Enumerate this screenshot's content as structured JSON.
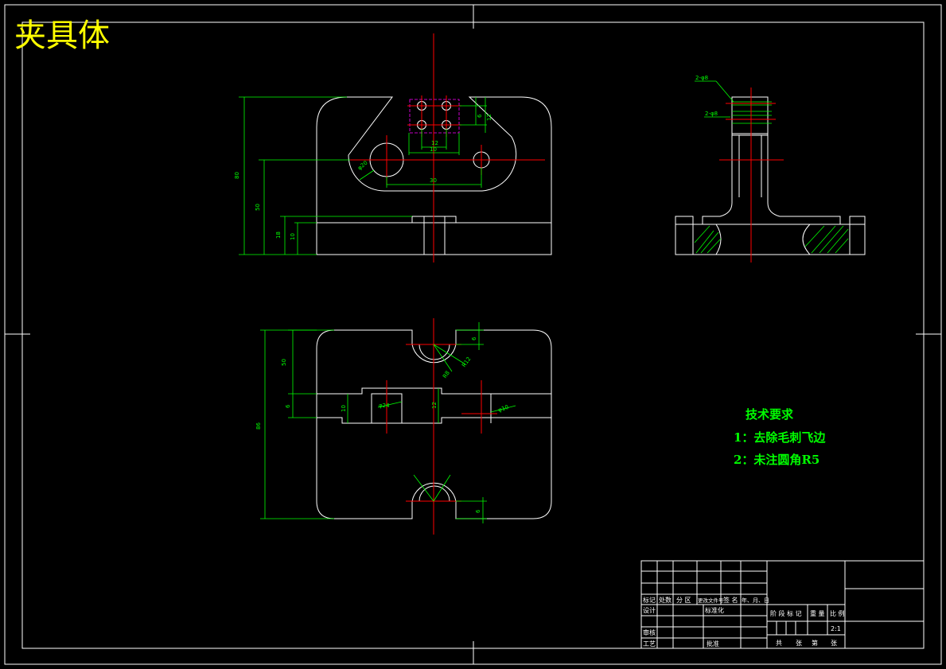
{
  "title": "夹具体",
  "colors": {
    "background": "#000000",
    "outline": "#ffffff",
    "dimension": "#00ff00",
    "centerline": "#ff0000",
    "hidden": "#ff00ff",
    "title": "#ffff00"
  },
  "notes": {
    "heading": "技术要求",
    "items": [
      "1：去除毛刺飞边",
      "2：未注圆角R5"
    ]
  },
  "dimensions": {
    "front": [
      "80",
      "50",
      "18",
      "10",
      "30",
      "φ20",
      "10",
      "12",
      "6",
      "12"
    ],
    "top": [
      "50",
      "6",
      "6",
      "10",
      "12",
      "φ24",
      "R8",
      "R12",
      "φ10",
      "86",
      "6"
    ],
    "side": [
      "2-φ8",
      "2-φ8"
    ]
  },
  "title_block": {
    "header_row": [
      "标记",
      "处数",
      "分 区",
      "更改文件号",
      "签 名",
      "年、月、日"
    ],
    "row_design": [
      "设计",
      "",
      "",
      "标准化"
    ],
    "row_check": [
      "审核"
    ],
    "row_process": [
      "工艺",
      "",
      "",
      "批准"
    ],
    "stage_labels": [
      "阶 段 标 记",
      "重 量",
      "比 例"
    ],
    "scale": "2:1",
    "sheets": [
      "共",
      "张",
      "第",
      "张"
    ]
  }
}
